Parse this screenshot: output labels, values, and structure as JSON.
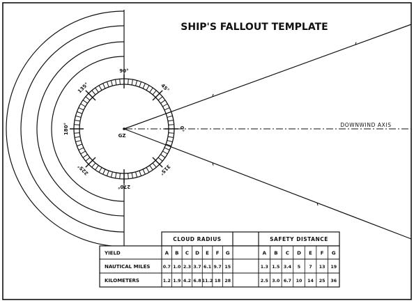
{
  "title": "SHIP'S FALLOUT TEMPLATE",
  "gz_label": "GZ",
  "downwind_label": "DOWNWIND AXIS",
  "compass": {
    "degrees": [
      "0°",
      "45°",
      "90°",
      "135°",
      "180°",
      "225°",
      "270°",
      "315°"
    ]
  },
  "table": {
    "cloud_header": "CLOUD RADIUS",
    "safety_header": "SAFETY DISTANCE",
    "row_labels": [
      "YIELD",
      "NAUTICAL MILES",
      "KILOMETERS"
    ],
    "columns": [
      "A",
      "B",
      "C",
      "D",
      "E",
      "F",
      "G"
    ],
    "cloud_nm": [
      "0.7",
      "1.0",
      "2.3",
      "3.7",
      "6.1",
      "9.7",
      "15"
    ],
    "cloud_km": [
      "1.2",
      "1.9",
      "4.2",
      "6.8",
      "11.2",
      "18",
      "28"
    ],
    "safety_nm": [
      "1.3",
      "1.5",
      "3.4",
      "5",
      "7",
      "13",
      "19"
    ],
    "safety_km": [
      "2.5",
      "3.0",
      "6.7",
      "10",
      "14",
      "25",
      "36"
    ]
  },
  "colors": {
    "ink": "#111111",
    "paper": "#ffffff"
  }
}
